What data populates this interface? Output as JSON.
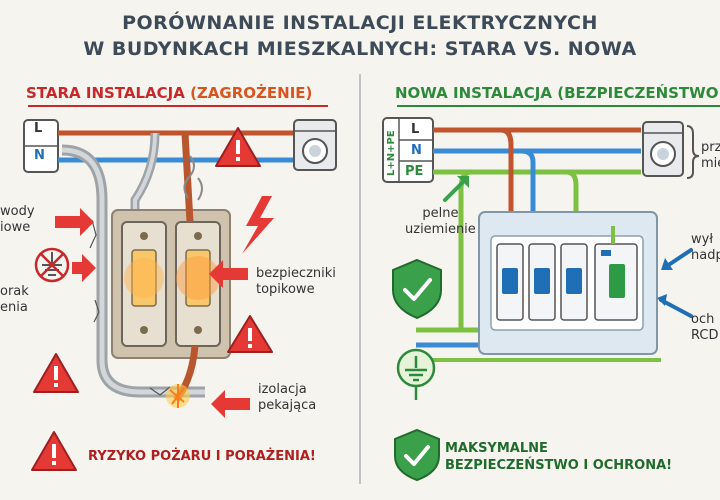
{
  "title": {
    "line1": "PORÓWNANIE INSTALACJI ELEKTRYCZNYCH",
    "line2": "W BUDYNKACH MIESZKALNYCH: STARA VS. NOWA"
  },
  "left": {
    "header": "STARA INSTALACJA",
    "header_tag": "(ZAGROŻENIE)",
    "wire_L": "L",
    "wire_N": "N",
    "labels": {
      "aluminum_1": "wody",
      "aluminum_2": "iowe",
      "no_ground_1": "orak",
      "no_ground_2": "enia",
      "fuses_1": "bezpieczniki",
      "fuses_2": "topikowe",
      "insulation_1": "izolacja",
      "insulation_2": "pekająca"
    },
    "bottom": "RYZYKO POŻARU I PORAŻENIA!"
  },
  "right": {
    "header": "NOWA INSTALACJA (BEZPIECZEŃSTWO)",
    "wire_L": "L",
    "wire_N": "N",
    "wire_PE": "PE",
    "wire_combo": "L+N+PE",
    "labels": {
      "ground_1": "pelne",
      "ground_2": "uziemienie",
      "appliance_1": "prz",
      "appliance_2": "mie",
      "mcb_1": "wył",
      "mcb_2": "nadp",
      "rcd_1": "och",
      "rcd_2": "RCD"
    },
    "bottom_1": "MAKSYMALNE",
    "bottom_2": "BEZPIECZEŃSTWO I OCHRONA!"
  },
  "colors": {
    "danger": "#c8282a",
    "safe": "#2d8a3a",
    "blue": "#1f6fb6",
    "live": "#c2542d",
    "neutral": "#3a8bd6",
    "earth": "#7cc142",
    "title": "#3d4a57"
  }
}
